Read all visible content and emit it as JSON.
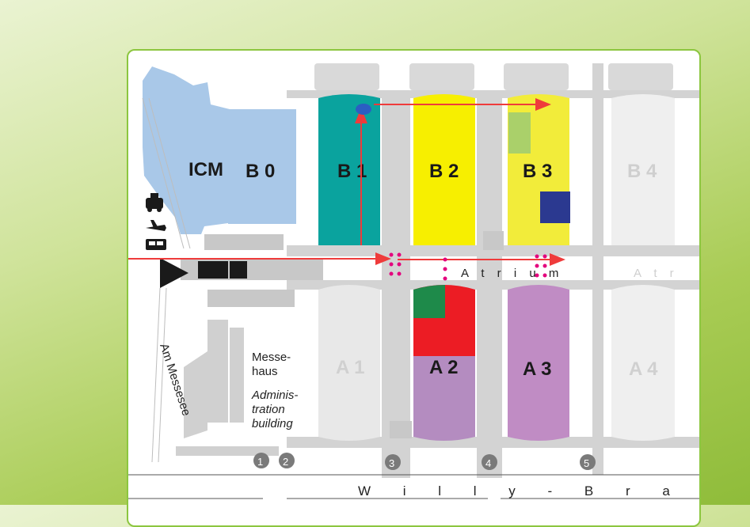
{
  "halls": {
    "icm": "ICM",
    "b0": "B 0",
    "b1": "B 1",
    "b2": "B 2",
    "b3": "B 3",
    "b4": "B 4",
    "a1": "A 1",
    "a2": "A 2",
    "a3": "A 3",
    "a4": "A 4"
  },
  "labels": {
    "atrium": "A t r i u m",
    "atrium_right": "A t r",
    "messehaus": "Messe-",
    "messehaus2": "haus",
    "admin1": "Adminis-",
    "admin2": "tration",
    "admin3": "building",
    "street_left": "Am Messesee",
    "street_bottom": "W i l l y - B r a n d t - A l"
  },
  "entrances": [
    "1",
    "2",
    "3",
    "4",
    "5"
  ],
  "icons": [
    "taxi-icon",
    "airplane-icon",
    "train-icon"
  ],
  "colors": {
    "border": "#8cc63f",
    "blue_hall": "#a9c8e8",
    "teal": "#0aa39e",
    "yellow": "#f7ef00",
    "yellow_b3": "#f2ec3a",
    "purple": "#b48cc0",
    "red": "#ec1c24",
    "green": "#1e8a4a",
    "light_green": "#aad06a",
    "navy": "#2b3990",
    "arrow": "#ef3b3b",
    "magenta": "#e4007d"
  }
}
